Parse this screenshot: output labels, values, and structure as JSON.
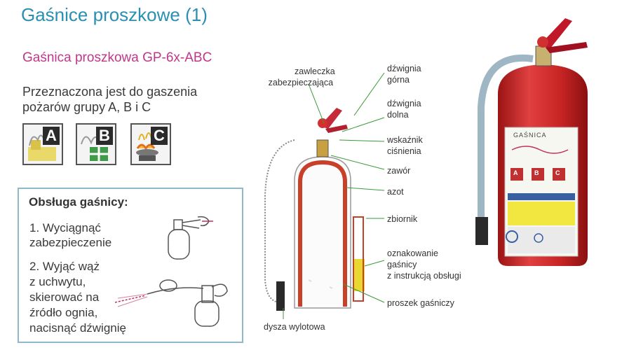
{
  "title": "Gaśnice proszkowe (1)",
  "subtitle": "Gaśnica proszkowa GP-6x-ABC",
  "description": {
    "line1": "Przeznaczona jest do gaszenia",
    "line2": "pożarów grupy A, B i C"
  },
  "fire_classes": [
    "A",
    "B",
    "C"
  ],
  "operation": {
    "heading": "Obsługa gaśnicy:",
    "step1": [
      "1. Wyciągnąć",
      "zabezpieczenie"
    ],
    "step2": [
      "2. Wyjąć wąż",
      "z uchwytu,",
      "skierować na",
      "źródło ognia,",
      "nacisnąć dźwignię"
    ]
  },
  "parts": {
    "zawleczka": [
      "zawleczka",
      "zabezpieczająca"
    ],
    "dzwignia_gorna": [
      "dźwignia",
      "górna"
    ],
    "dzwignia_dolna": [
      "dźwignia",
      "dolna"
    ],
    "wskaznik": [
      "wskaźnik",
      "ciśnienia"
    ],
    "zawor": "zawór",
    "azot": "azot",
    "zbiornik": "zbiornik",
    "oznakowanie": [
      "oznakowanie",
      "gaśnicy",
      "z instrukcją obsługi"
    ],
    "proszek": "proszek gaśniczy",
    "dysza": "dysza wylotowa"
  },
  "photo_label": {
    "heading": "GAŚNICA",
    "classes": [
      "A",
      "B",
      "C"
    ]
  },
  "colors": {
    "title": "#2a8fb0",
    "subtitle": "#c0378a",
    "frame": "#8fb8c9",
    "extinguisher_red": "#d42a2a",
    "label_yellow": "#f2e640",
    "leader_line": "#3a9a3a"
  }
}
